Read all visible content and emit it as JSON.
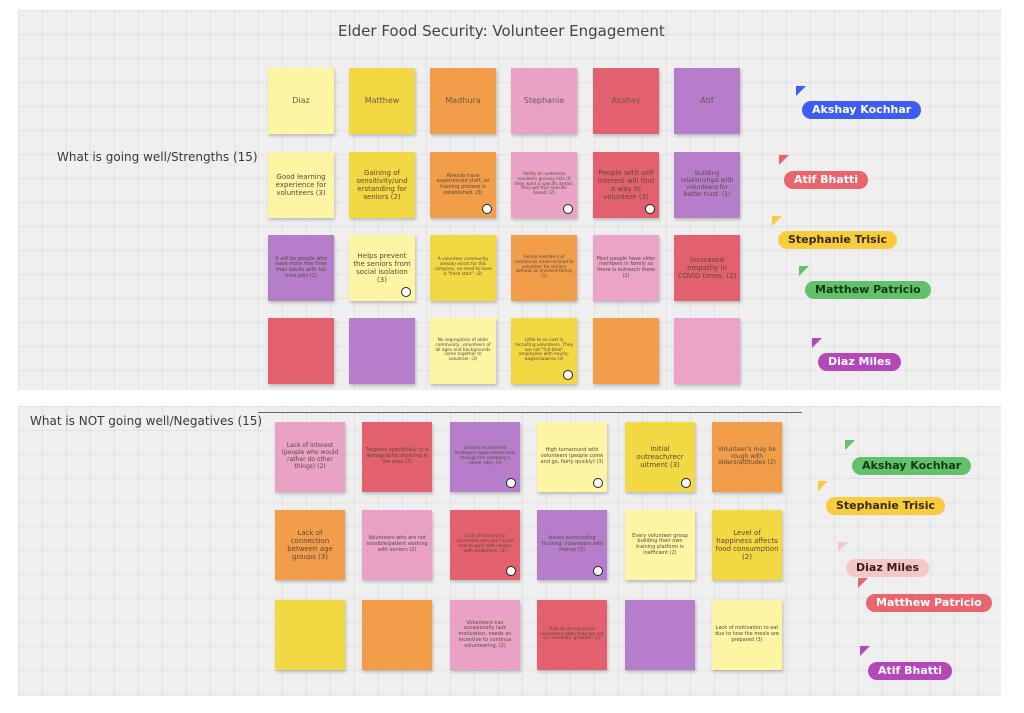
{
  "board": {
    "title": "Elder Food Security: Volunteer Engagement",
    "section_strengths": "What is going well/Strengths (15)",
    "section_negatives": "What is NOT going well/Negatives (15)"
  },
  "headers": [
    "Diaz",
    "Matthew",
    "Madhura",
    "Stephanie",
    "Akshay",
    "Atif"
  ],
  "strengths": [
    "Good learning experience for volunteers (3)",
    "Gaining of sensitivity/und erstanding for seniors (2)",
    "Already have experienced staff, so training process is established. (3)",
    "Ability to customize residents grocery lists (if they want a specific bread, they get that specific bread) (2)",
    "People with self interest will find a way to volunteer (3)",
    "Building relationships with volunteers for better trust. (1)",
    "It will be people who have more free time than adults with full time jobs (2)",
    "Helps prevent the seniors from social isolation (3)",
    "A volunteer community already exists for this company, no need to have a \"fresh start\". (2)",
    "Family members of residences more inclined to volunteer for seniors without as involved family (1)",
    "Most people have older members in family so there is outreach there (2)",
    "Increased empathy in COVID times. (2)",
    "No segregation of older community, volunteers of all ages and backgrounds come together to volunteer. (2)",
    "Little to no cost in recruiting volunteers. They are not \"full-time\" employees with hourly-wages/salaries (3)"
  ],
  "negatives": [
    "Lack of interest (people who would rather do other things) (2)",
    "Targeted specifically to a demographic studying in the area (2)",
    "Limited recruitment strategies (applications only through the company's career site). (3)",
    "High turnaround with volunteers (people come and go, fairly quickly) (3)",
    "Initial outreach/recr uitment (3)",
    "Volunteer's may be rough with elders/attitudes (2)",
    "Lack of connection between age groups (3)",
    "Volunteers who are not sensible/patient working with seniors (2)",
    "Lack of training for volunteers who don't know how to work with seniors with disabilities. (3)",
    "Issues surrounding 'trusting' volunteers with money (3)",
    "Every volunteer group building their own training platform is inefficient (2)",
    "Level of happiness affects food consumption (2)",
    "Volunteers can occasionally lack motivation, needs an incentive to continue volunteering. (2)",
    "How do we supervise volunteers when they are not on 'residents' grounds? (2)",
    "Lack of motivation to eat due to how the meals are prepared (3)"
  ],
  "cursors": [
    {
      "name": "Akshay Kochhar",
      "color": "#3d5cf0",
      "text_color": "#ffffff"
    },
    {
      "name": "Atif Bhatti",
      "color": "#e9656e",
      "text_color": "#ffffff"
    },
    {
      "name": "Stephanie Trisic",
      "color": "#f7cc3f",
      "text_color": "#3a2a00"
    },
    {
      "name": "Matthew Patricio",
      "color": "#63c06b",
      "text_color": "#0d3b12"
    },
    {
      "name": "Diaz Miles",
      "color": "#b548b8",
      "text_color": "#ffffff"
    },
    {
      "name": "Akshay Kochhar",
      "color": "#63c06b",
      "text_color": "#0d3b12"
    },
    {
      "name": "Stephanie Trisic",
      "color": "#f7cc3f",
      "text_color": "#3a2a00"
    },
    {
      "name": "Diaz Miles",
      "color": "#f5c8c8",
      "text_color": "#3a1a1a"
    },
    {
      "name": "Matthew Patricio",
      "color": "#e9656e",
      "text_color": "#ffffff"
    },
    {
      "name": "Atif Bhatti",
      "color": "#b548b8",
      "text_color": "#ffffff"
    }
  ],
  "colors": {
    "light_yellow": "#fdf4a4",
    "yellow": "#f2d843",
    "orange": "#f29d4a",
    "pink": "#e9a2c6",
    "red": "#e3606e",
    "purple": "#b57dca"
  }
}
